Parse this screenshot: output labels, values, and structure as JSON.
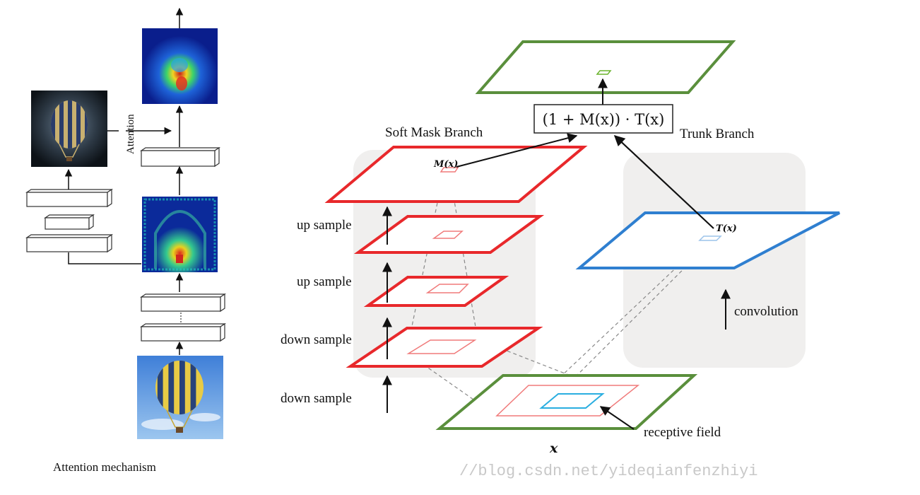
{
  "left_panel": {
    "caption": "Attention mechanism",
    "attention_label": "Attention"
  },
  "right_panel": {
    "soft_mask_title": "Soft Mask Branch",
    "trunk_title": "Trunk Branch",
    "formula": "(1 + M(x)) · T(x)",
    "mask_label": "M(x)",
    "trunk_label": "T(x)",
    "input_label": "x",
    "steps": [
      "up sample",
      "up sample",
      "down sample",
      "down sample"
    ],
    "convolution_label": "convolution",
    "receptive_field_label": "receptive field"
  },
  "watermark": "//blog.csdn.net/yideqianfenzhiyi",
  "colors": {
    "mask_red": "#e8282b",
    "trunk_blue": "#2f7fd0",
    "input_green": "#5a8f3c",
    "panel_gray": "#f0efee"
  },
  "icons": [
    "balloon-photo",
    "attention-heatmap-high",
    "attention-heatmap-mid",
    "balloon-input-photo"
  ]
}
